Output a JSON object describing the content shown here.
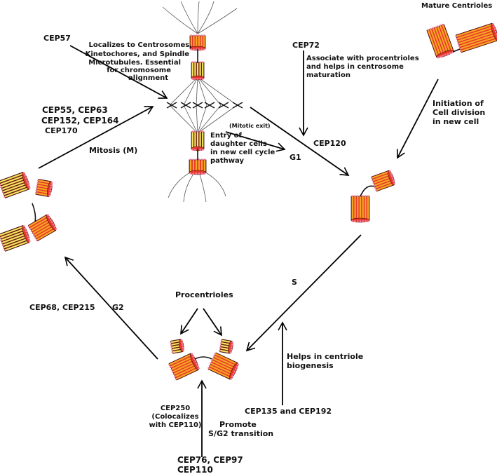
{
  "labels": {
    "mature_centrioles": "Mature Centrioles",
    "cep57": "CEP57",
    "localizes": [
      "Localizes to Centrosomes,",
      "Kinetochores, and Spindle",
      "Microtubules. Essential",
      "for  chromosome",
      "alignment"
    ],
    "cep72": "CEP72",
    "associate": [
      "Associate with procentrioles",
      "and helps in centrosome",
      "maturation"
    ],
    "initiation": [
      "Initiation of",
      "Cell division",
      "in new cell"
    ],
    "mitotic_cep_group": [
      "CEP55, CEP63",
      "CEP152, CEP164"
    ],
    "cep170": "CEP170",
    "mitotic_exit": "(Mitotic exit)",
    "entry": [
      "Entry of",
      "daughter cells",
      "in new cell cycle",
      "pathway"
    ],
    "cep120": "CEP120",
    "g1": "G1",
    "mitosis": "Mitosis (M)",
    "s_phase": "S",
    "cep68_cep215": "CEP68, CEP215",
    "g2": "G2",
    "procentrioles": "Procentrioles",
    "helps_biogenesis": [
      "Helps in centriole",
      "biogenesis"
    ],
    "cep135_cep192": "CEP135 and CEP192",
    "cep250": [
      "CEP250",
      "(Colocalizes",
      "with CEP110)"
    ],
    "promote": [
      "Promote",
      "S/G2 transition"
    ],
    "cep76_group": [
      "CEP76, CEP97",
      "CEP110"
    ]
  },
  "colors": {
    "line": "#000000",
    "text": "#111111",
    "centriole_orange": "#f5a623",
    "centriole_red": "#e8362a",
    "centriole_dark": "#6b1c12",
    "centriole_yellow": "#f5e663",
    "centriole_pink": "#f27c9a"
  }
}
